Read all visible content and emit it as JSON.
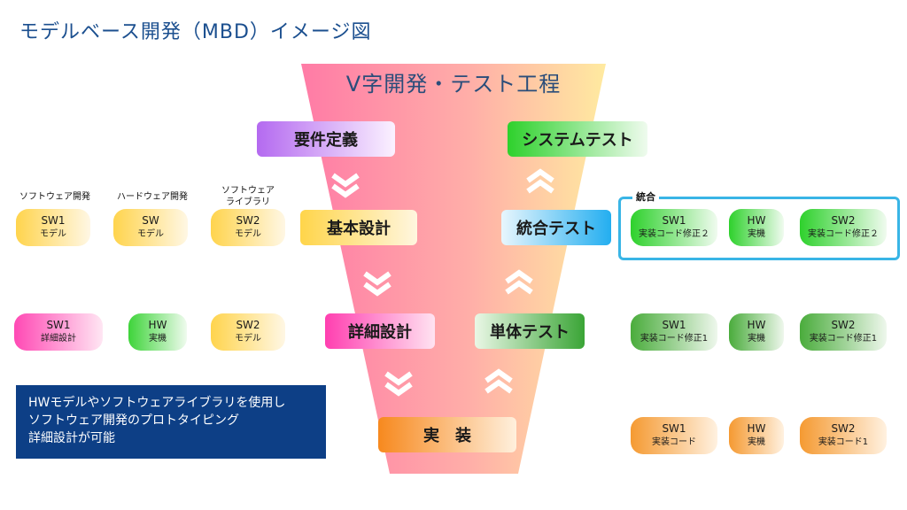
{
  "title": "モデルベース開発（MBD）イメージ図",
  "v_title": "V字開発・テスト工程",
  "phases": {
    "requirements": "要件定義",
    "basic_design": "基本設計",
    "detail_design": "詳細設計",
    "implementation": "実　装",
    "unit_test": "単体テスト",
    "integration_test": "統合テスト",
    "system_test": "システムテスト"
  },
  "left_captions": {
    "sw_dev": "ソフトウェア開発",
    "hw_dev": "ハードウェア開発",
    "sw_lib_1": "ソフトウェア",
    "sw_lib_2": "ライブラリ"
  },
  "left_row1": [
    {
      "main": "SW1",
      "sub": "モデル"
    },
    {
      "main": "SW",
      "sub": "モデル"
    },
    {
      "main": "SW2",
      "sub": "モデル"
    }
  ],
  "left_row2": [
    {
      "main": "SW1",
      "sub": "詳細設計"
    },
    {
      "main": "HW",
      "sub": "実機"
    },
    {
      "main": "SW2",
      "sub": "モデル"
    }
  ],
  "note_lines": [
    "HWモデルやソフトウェアライブラリを使用し",
    "ソフトウェア開発のプロトタイピング",
    "詳細設計が可能"
  ],
  "integration_label": "統合",
  "right_row1": [
    {
      "main": "SW1",
      "sub": "実装コード修正２"
    },
    {
      "main": "HW",
      "sub": "実機"
    },
    {
      "main": "SW2",
      "sub": "実装コード修正２"
    }
  ],
  "right_row2": [
    {
      "main": "SW1",
      "sub": "実装コード修正1"
    },
    {
      "main": "HW",
      "sub": "実機"
    },
    {
      "main": "SW2",
      "sub": "実装コード修正1"
    }
  ],
  "right_row3": [
    {
      "main": "SW1",
      "sub": "実装コード"
    },
    {
      "main": "HW",
      "sub": "実機"
    },
    {
      "main": "SW2",
      "sub": "実装コード1"
    }
  ],
  "colors": {
    "funnel_left": "#ff7fa8",
    "funnel_right": "#ffe7a0",
    "title": "#1b4f8f",
    "note_bg": "#0d3f86",
    "integration_border": "#39b5e6"
  }
}
